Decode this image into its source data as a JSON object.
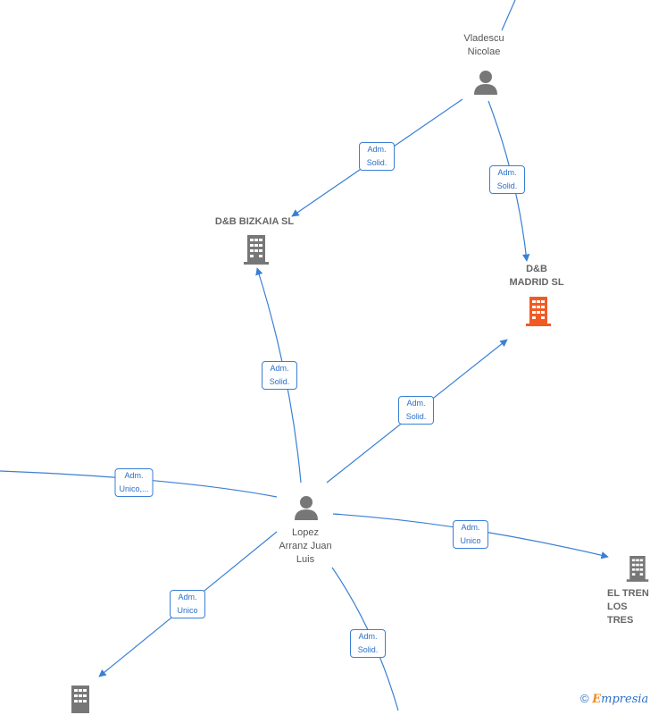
{
  "colors": {
    "edge": "#3a7fd5",
    "person_icon": "#777777",
    "company_icon": "#777777",
    "company_highlight": "#f25a24"
  },
  "nodes": {
    "vladescu": {
      "label": "Vladescu\nNicolae",
      "type": "person",
      "icon": "person-icon"
    },
    "bizkaia": {
      "label": "D&B BIZKAIA  SL",
      "type": "company",
      "icon": "building-icon"
    },
    "madrid": {
      "label": "D&B\nMADRID  SL",
      "type": "company",
      "icon": "building-icon",
      "highlighted": true
    },
    "lopez": {
      "label": "Lopez\nArranz Juan\nLuis",
      "type": "person",
      "icon": "person-icon"
    },
    "eltren": {
      "label": "EL TREN\nLOS TRES",
      "type": "company",
      "icon": "building-icon"
    },
    "bottom_company": {
      "label": "",
      "type": "company",
      "icon": "building-icon"
    }
  },
  "edges": [
    {
      "id": "vladescu-bizkaia",
      "label": "Adm.\nSolid."
    },
    {
      "id": "vladescu-madrid",
      "label": "Adm.\nSolid."
    },
    {
      "id": "lopez-bizkaia",
      "label": "Adm.\nSolid."
    },
    {
      "id": "lopez-madrid",
      "label": "Adm.\nSolid."
    },
    {
      "id": "left-lopez",
      "label": "Adm.\nUnico,..."
    },
    {
      "id": "lopez-eltren",
      "label": "Adm.\nUnico"
    },
    {
      "id": "lopez-bottom",
      "label": "Adm.\nUnico"
    },
    {
      "id": "lopez-down",
      "label": "Adm.\nSolid."
    }
  ],
  "watermark": {
    "copyright": "©",
    "brand_first": "E",
    "brand_rest": "mpresia"
  }
}
